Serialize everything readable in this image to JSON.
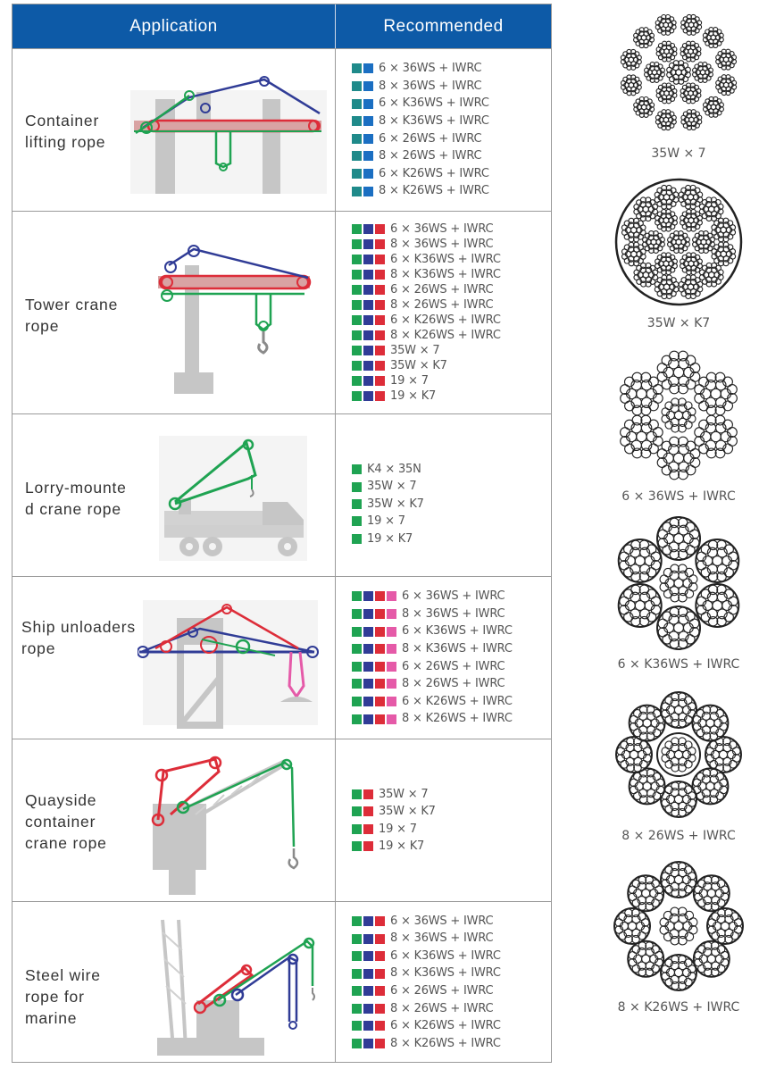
{
  "header": {
    "application": "Application",
    "recommended": "Recommended"
  },
  "rows": [
    {
      "application": "Container\nlifting rope",
      "swatches": [
        "teal",
        "blue"
      ],
      "items": [
        "6 × 36WS + IWRC",
        "8 × 36WS + IWRC",
        "6 × K36WS + IWRC",
        "8 × K36WS + IWRC",
        "6 × 26WS + IWRC",
        "8 × 26WS + IWRC",
        "6 × K26WS + IWRC",
        "8 × K26WS + IWRC"
      ]
    },
    {
      "application": "Tower crane\nrope",
      "swatches": [
        "green",
        "navy",
        "red"
      ],
      "items": [
        "6 × 36WS + IWRC",
        "8 × 36WS + IWRC",
        "6 × K36WS + IWRC",
        "8 × K36WS + IWRC",
        "6 × 26WS + IWRC",
        "8 × 26WS + IWRC",
        "6 × K26WS + IWRC",
        "8 × K26WS + IWRC",
        "35W × 7",
        "35W × K7",
        "19 × 7",
        "19 × K7"
      ]
    },
    {
      "application": "Lorry-mounte\nd crane rope",
      "swatches": [
        "green"
      ],
      "items": [
        "K4 × 35N",
        "35W × 7",
        "35W × K7",
        "19 × 7",
        "19 × K7"
      ]
    },
    {
      "application": "Ship unloaders\nrope",
      "swatches": [
        "green",
        "navy",
        "red",
        "pink"
      ],
      "items": [
        "6 × 36WS + IWRC",
        "8 × 36WS + IWRC",
        "6 × K36WS + IWRC",
        "8 × K36WS + IWRC",
        "6 × 26WS + IWRC",
        "8 × 26WS + IWRC",
        "6 × K26WS + IWRC",
        "8 × K26WS + IWRC"
      ]
    },
    {
      "application": "Quayside\ncontainer\ncrane rope",
      "swatches": [
        "green",
        "red"
      ],
      "items": [
        "35W × 7",
        "35W × K7",
        "19 × 7",
        "19 × K7"
      ]
    },
    {
      "application": "Steel wire\nrope for\nmarine",
      "swatches": [
        "green",
        "navy",
        "red"
      ],
      "items": [
        "6 × 36WS + IWRC",
        "8 × 36WS + IWRC",
        "6 × K36WS + IWRC",
        "8 × K36WS + IWRC",
        "6 × 26WS + IWRC",
        "8 × 26WS + IWRC",
        "6 × K26WS + IWRC",
        "8 × K26WS + IWRC"
      ]
    }
  ],
  "cross_sections": [
    {
      "caption": "35W × 7"
    },
    {
      "caption": "35W × K7"
    },
    {
      "caption": "6 × 36WS + IWRC"
    },
    {
      "caption": "6 × K36WS + IWRC"
    },
    {
      "caption": "8 × 26WS + IWRC"
    },
    {
      "caption": "8 × K26WS + IWRC"
    }
  ],
  "colors": {
    "header_bg": "#0d5aa7",
    "teal": "#1f8a8a",
    "blue": "#1b6fc2",
    "green": "#1fa352",
    "navy": "#303c96",
    "red": "#dd2d39",
    "pink": "#e55aa8"
  }
}
